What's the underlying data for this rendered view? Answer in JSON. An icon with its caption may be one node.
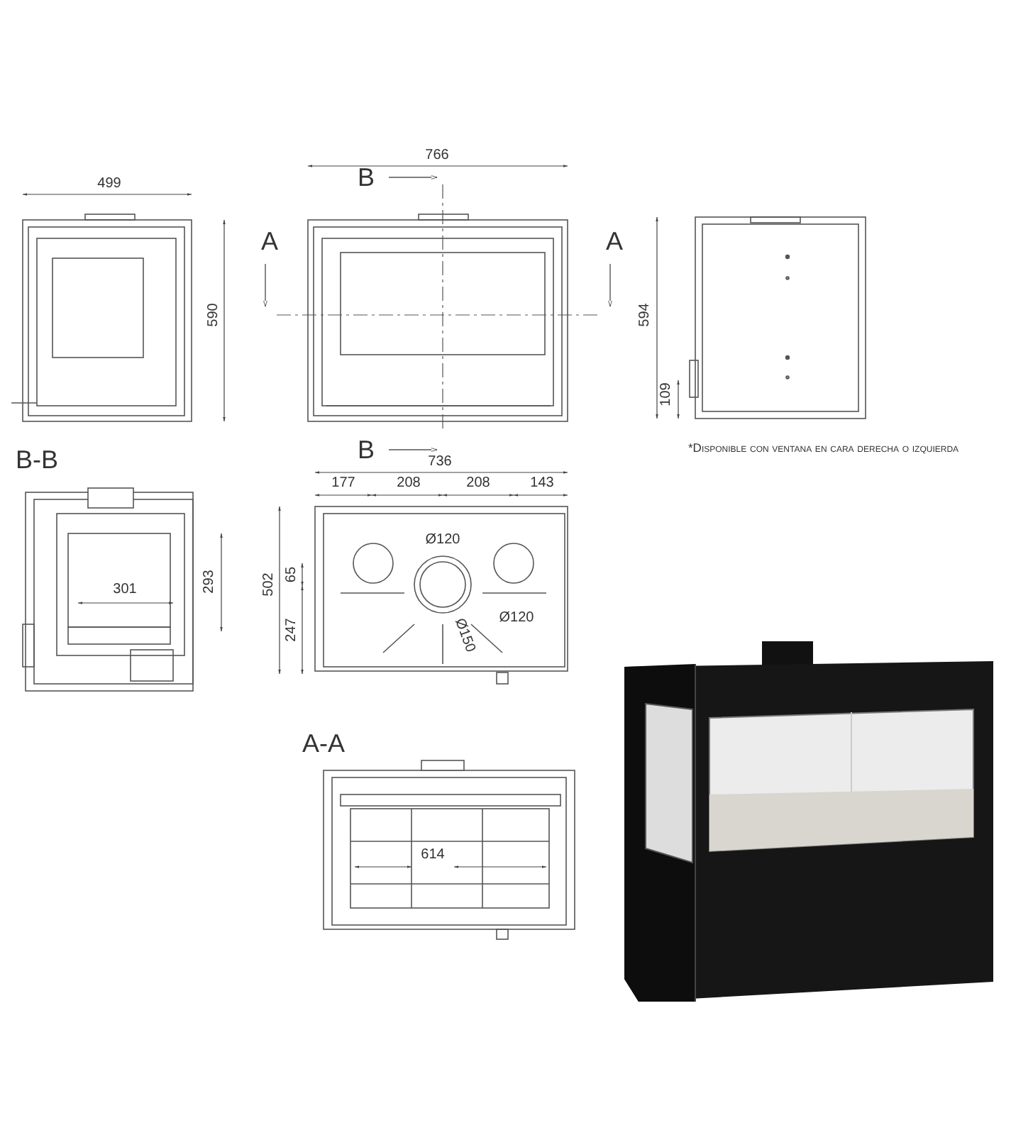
{
  "diagram": {
    "labels": [
      "766",
      "B",
      "499",
      "A",
      "A",
      "590",
      "594",
      "109",
      "*Disponible con ventana en cara derecha o izquierda",
      "B-B",
      "B",
      "736",
      "177",
      "208",
      "208",
      "143",
      "Ø120",
      "65",
      "502",
      "Ø120",
      "247",
      "Ø150",
      "301",
      "293",
      "A-A",
      "614"
    ]
  }
}
